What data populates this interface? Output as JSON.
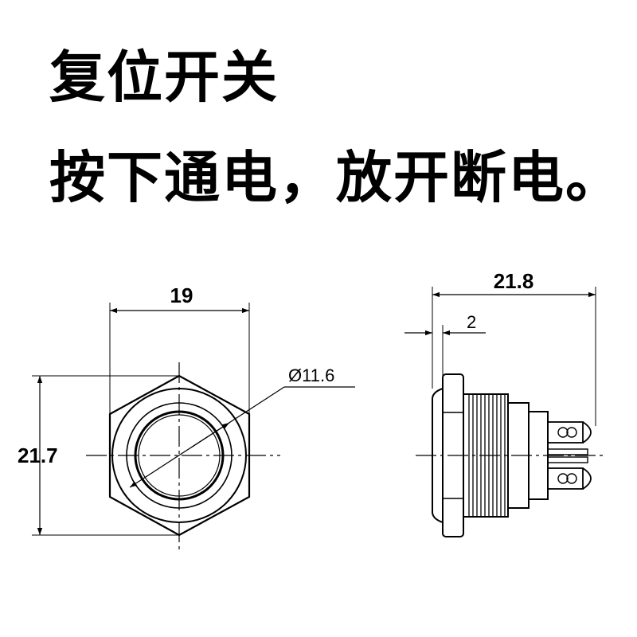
{
  "header": {
    "title": "复位开关",
    "subtitle": "按下通电，放开断电。"
  },
  "front_view": {
    "width_label": "19",
    "height_label": "21.7",
    "diameter_label": "Ø11.6"
  },
  "side_view": {
    "length_label": "21.8",
    "flange_label": "2"
  },
  "colors": {
    "ink": "#000000",
    "background": "#ffffff"
  }
}
